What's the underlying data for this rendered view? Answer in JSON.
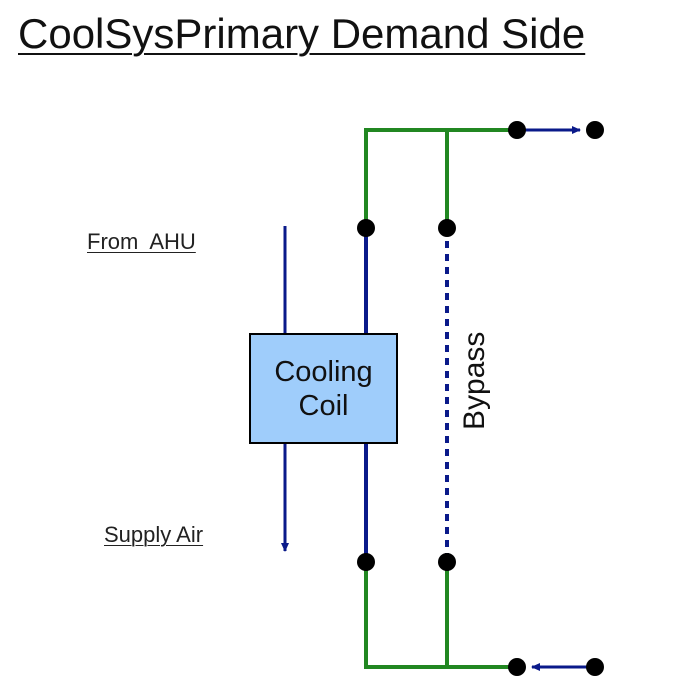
{
  "title": "CoolSysPrimary Demand Side",
  "labels": {
    "from_ahu": "From  AHU",
    "supply_air": "Supply Air",
    "bypass": "Bypass"
  },
  "coil": {
    "line1": "Cooling",
    "line2": "Coil"
  },
  "colors": {
    "pipe_green": "#218721",
    "pipe_blue": "#0a1a8a",
    "node_black": "#000000",
    "coil_fill": "#9fcdfb"
  }
}
